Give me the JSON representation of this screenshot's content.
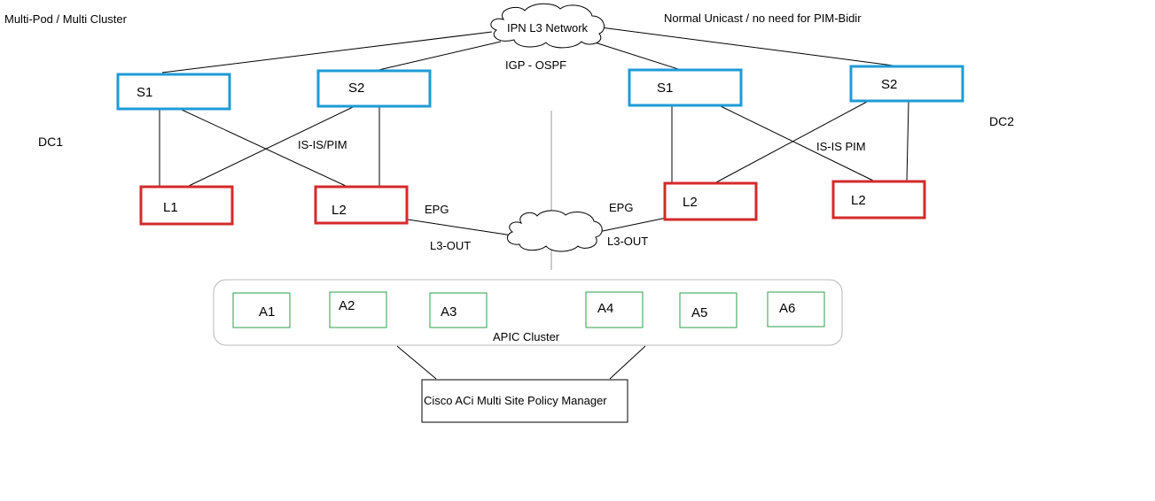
{
  "labels": {
    "top_left": "Multi-Pod / Multi Cluster",
    "top_right": "Normal Unicast / no need for PIM-Bidir",
    "ipn": "IPN L3 Network",
    "igp": "IGP - OSPF",
    "dc1": "DC1",
    "dc2": "DC2",
    "isis_left": "IS-IS/PIM",
    "isis_right": "IS-IS PIM",
    "epg_left": "EPG",
    "epg_right": "EPG",
    "l3out_left": "L3-OUT",
    "l3out_right": "L3-OUT",
    "apic_cluster": "APIC Cluster",
    "policy_manager": "Cisco ACi Multi Site Policy Manager"
  },
  "dc1": {
    "spines": [
      "S1",
      "S2"
    ],
    "leaves": [
      "L1",
      "L2"
    ]
  },
  "dc2": {
    "spines": [
      "S1",
      "S2"
    ],
    "leaves": [
      "L2",
      "L2"
    ]
  },
  "apic_nodes": [
    "A1",
    "A2",
    "A3",
    "A4",
    "A5",
    "A6"
  ],
  "colors": {
    "spine_border": "#1e9bd7",
    "leaf_border": "#d42a2a",
    "apic_border": "#2e9e4e",
    "line": "#000000",
    "cluster_border": "#b9b9b9"
  }
}
